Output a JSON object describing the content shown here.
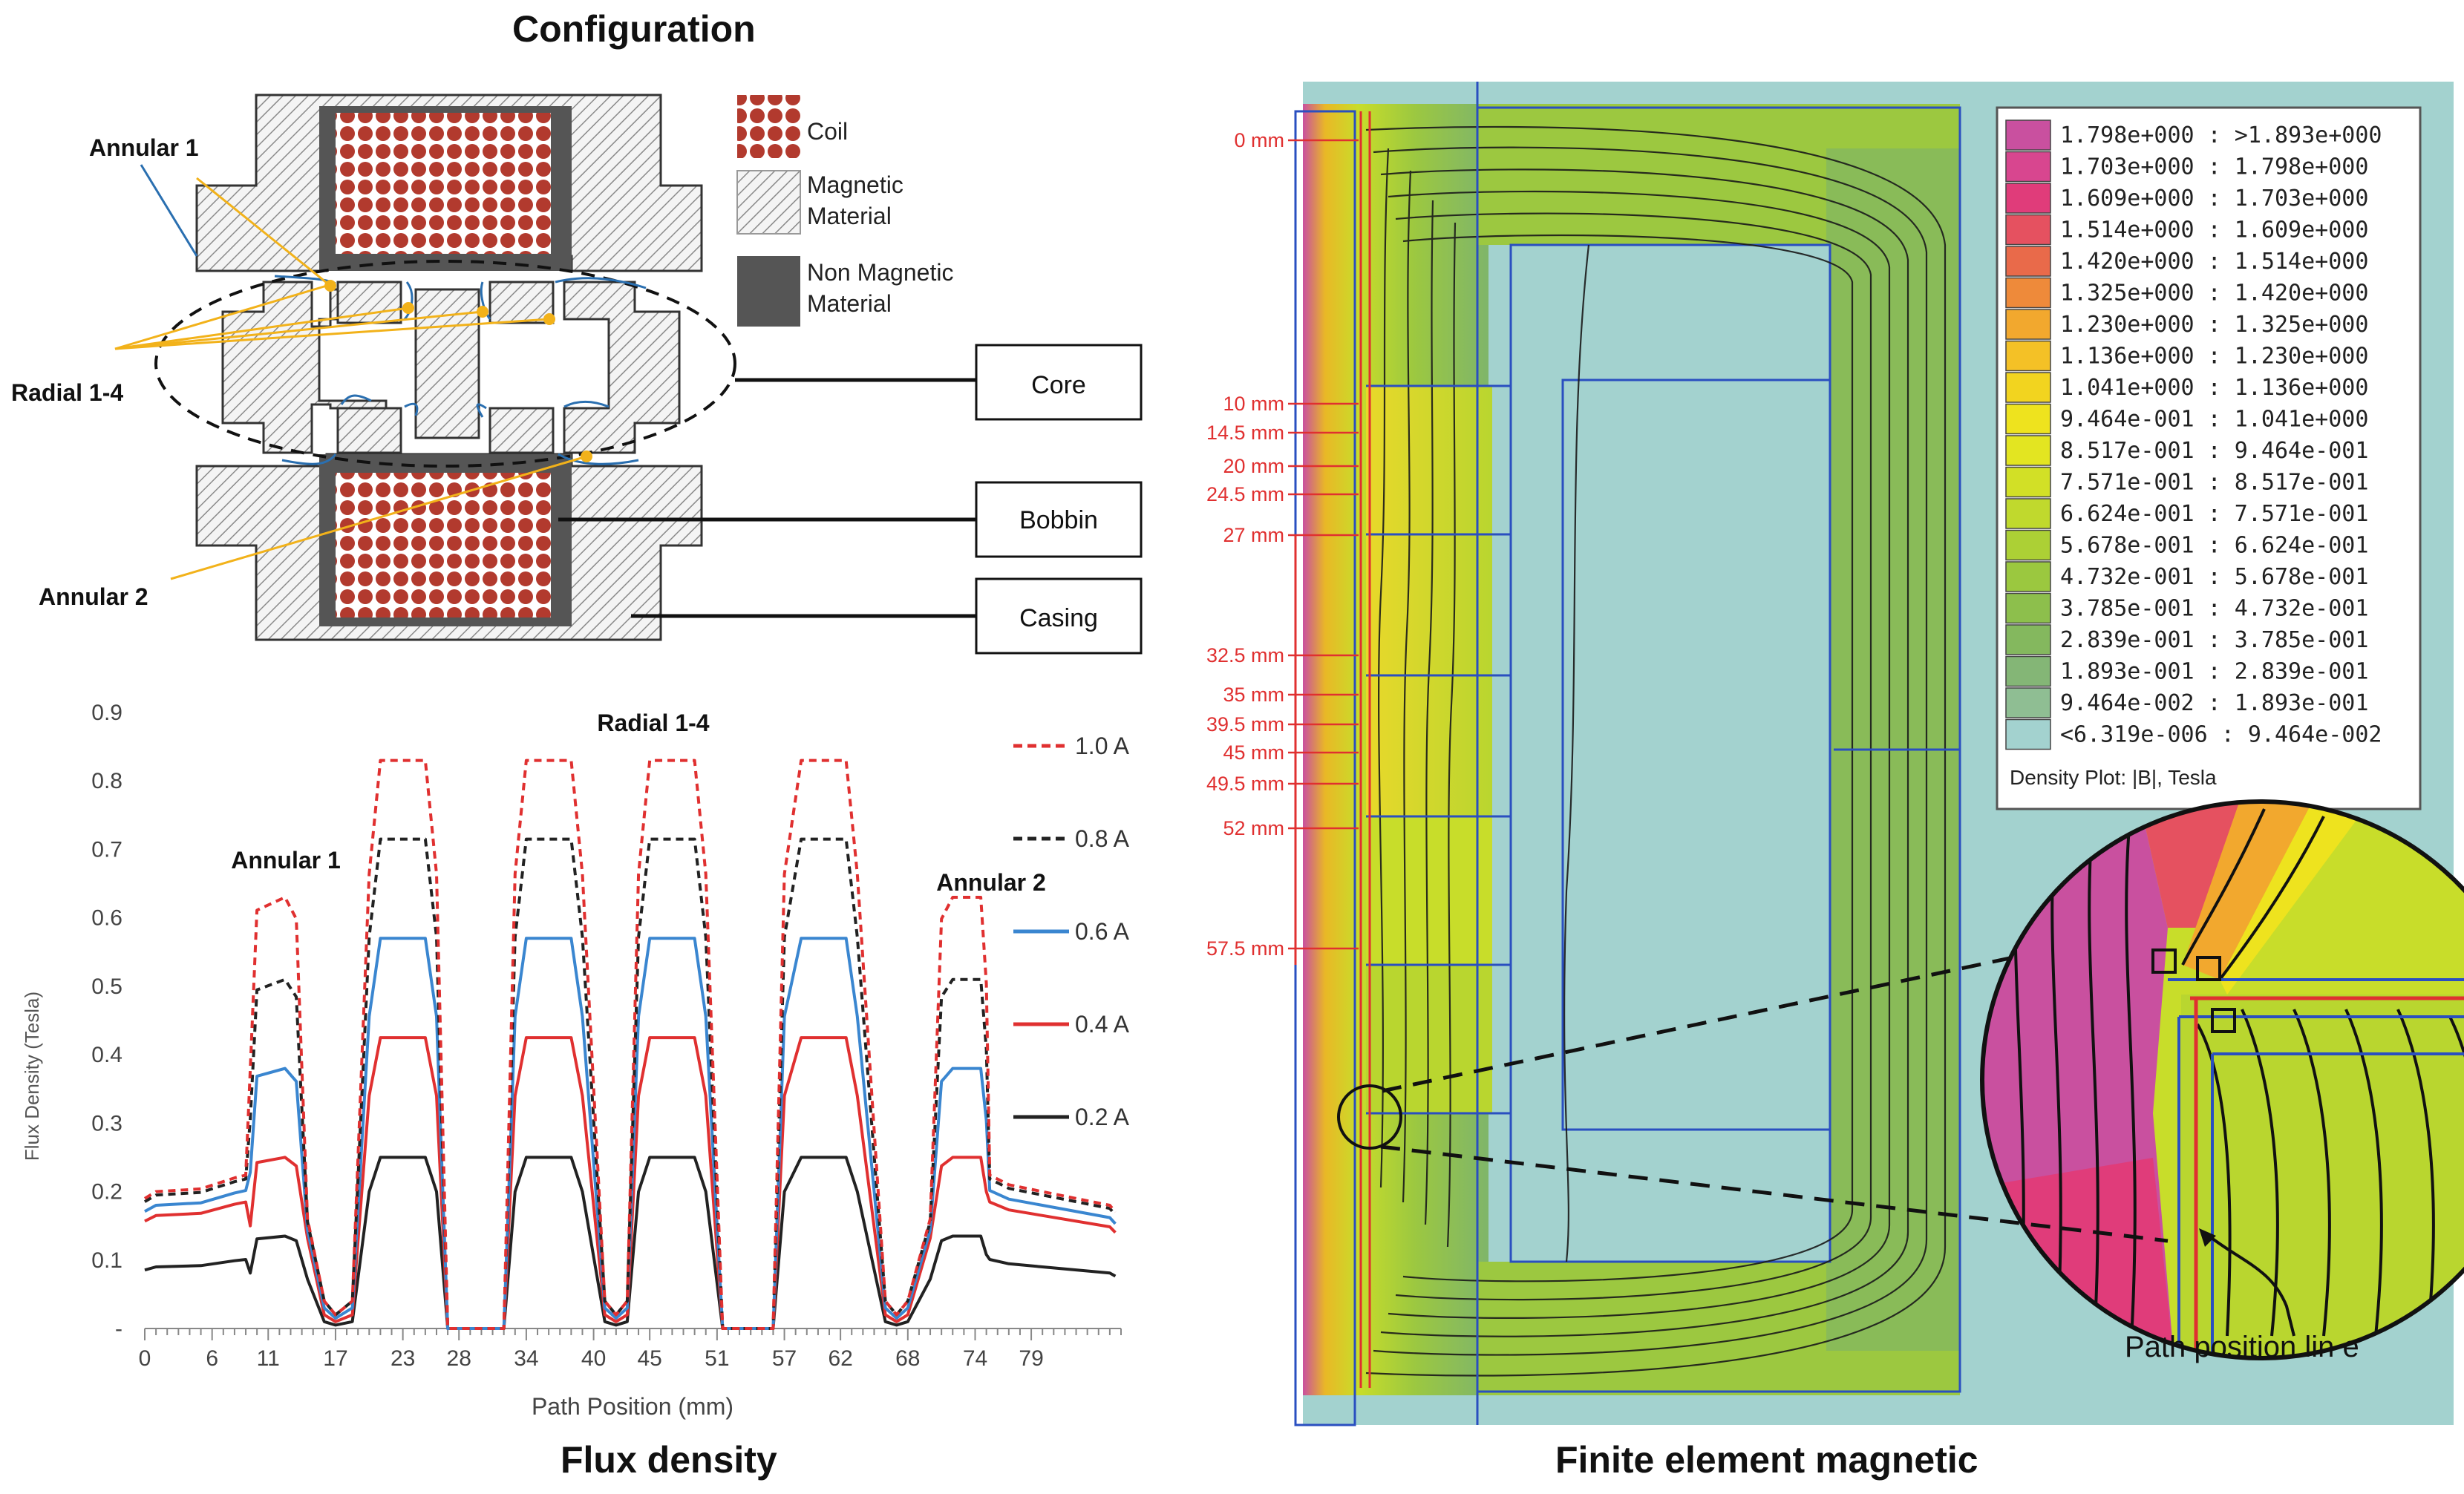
{
  "titles": {
    "configuration": "Configuration",
    "flux_density": "Flux density",
    "fem": "Finite element magnetic"
  },
  "configuration": {
    "labels": {
      "annular1": "Annular 1",
      "radial": "Radial 1-4",
      "annular2": "Annular 2"
    },
    "legend": {
      "coil": "Coil",
      "magnetic1": "Magnetic",
      "magnetic2": "Material",
      "nonmagnetic1": "Non Magnetic",
      "nonmagnetic2": "Material"
    },
    "callouts": {
      "core": "Core",
      "bobbin": "Bobbin",
      "casing": "Casing"
    },
    "colors": {
      "coil": "#b23a2e",
      "hatch": "#888888",
      "nonmagnetic": "#555555",
      "flux": "#2a6fb0",
      "pointer": "#f2b21a"
    }
  },
  "chart_data": {
    "type": "line",
    "title": "",
    "xlabel": "Path Position (mm)",
    "ylabel": "Flux Density (Tesla)",
    "ylim": [
      0,
      0.9
    ],
    "xlim": [
      0,
      87
    ],
    "x_ticks": [
      "0",
      "6",
      "11",
      "17",
      "23",
      "28",
      "34",
      "40",
      "45",
      "51",
      "57",
      "62",
      "68",
      "74",
      "79"
    ],
    "x_tick_values": [
      0,
      6,
      11,
      17,
      23,
      28,
      34,
      40,
      45,
      51,
      57,
      62,
      68,
      74,
      79
    ],
    "y_ticks": [
      "-",
      "0.1",
      "0.2",
      "0.3",
      "0.4",
      "0.5",
      "0.6",
      "0.7",
      "0.8",
      "0.9"
    ],
    "y_tick_values": [
      0,
      0.1,
      0.2,
      0.3,
      0.4,
      0.5,
      0.6,
      0.7,
      0.8,
      0.9
    ],
    "annotations": [
      {
        "text": "Annular 1",
        "x": 11,
        "y": 0.66
      },
      {
        "text": "Radial 1-4",
        "x": 40,
        "y": 0.88
      },
      {
        "text": "Annular 2",
        "x": 74,
        "y": 0.64
      }
    ],
    "legend_position": "right",
    "series": [
      {
        "name": "1.0 A",
        "color": "#e03030",
        "dash": "10,7",
        "width": 4,
        "baseline": 0.2,
        "annular": 0.63,
        "radial": 0.83,
        "dip": 0.02
      },
      {
        "name": "0.8 A",
        "color": "#222222",
        "dash": "10,7",
        "width": 4,
        "baseline": 0.195,
        "annular": 0.51,
        "radial": 0.715,
        "dip": 0.02
      },
      {
        "name": "0.6 A",
        "color": "#3a86d0",
        "dash": "",
        "width": 4,
        "baseline": 0.18,
        "annular": 0.38,
        "radial": 0.57,
        "dip": 0.015
      },
      {
        "name": "0.4 A",
        "color": "#e03030",
        "dash": "",
        "width": 4,
        "baseline": 0.165,
        "annular": 0.25,
        "radial": 0.425,
        "dip": 0.01
      },
      {
        "name": "0.2 A",
        "color": "#222222",
        "dash": "",
        "width": 4,
        "baseline": 0.09,
        "annular": 0.135,
        "radial": 0.25,
        "dip": 0.005
      }
    ]
  },
  "fem": {
    "positions": [
      "0 mm",
      "10 mm",
      "14.5 mm",
      "20 mm",
      "24.5 mm",
      "27 mm",
      "32.5 mm",
      "35 mm",
      "39.5 mm",
      "45 mm",
      "49.5 mm",
      "52 mm",
      "57.5 mm"
    ],
    "legend_rows": [
      {
        "text": "1.798e+000 : >1.893e+000",
        "color": "#c9509f"
      },
      {
        "text": "1.703e+000 : 1.798e+000",
        "color": "#d8468f"
      },
      {
        "text": "1.609e+000 : 1.703e+000",
        "color": "#e03c7a"
      },
      {
        "text": "1.514e+000 : 1.609e+000",
        "color": "#e55160"
      },
      {
        "text": "1.420e+000 : 1.514e+000",
        "color": "#e96a4a"
      },
      {
        "text": "1.325e+000 : 1.420e+000",
        "color": "#ee8a3a"
      },
      {
        "text": "1.230e+000 : 1.325e+000",
        "color": "#f2a82e"
      },
      {
        "text": "1.136e+000 : 1.230e+000",
        "color": "#f4c126"
      },
      {
        "text": "1.041e+000 : 1.136e+000",
        "color": "#f2d41f"
      },
      {
        "text": "9.464e-001 : 1.041e+000",
        "color": "#eee31e"
      },
      {
        "text": "8.517e-001 : 9.464e-001",
        "color": "#e3e521"
      },
      {
        "text": "7.571e-001 : 8.517e-001",
        "color": "#d2e026"
      },
      {
        "text": "6.624e-001 : 7.571e-001",
        "color": "#c0d92d"
      },
      {
        "text": "5.678e-001 : 6.624e-001",
        "color": "#acd035"
      },
      {
        "text": "4.732e-001 : 5.678e-001",
        "color": "#9bc83f"
      },
      {
        "text": "3.785e-001 : 4.732e-001",
        "color": "#8dbf4c"
      },
      {
        "text": "2.839e-001 : 3.785e-001",
        "color": "#84b85e"
      },
      {
        "text": "1.893e-001 : 2.839e-001",
        "color": "#84b676"
      },
      {
        "text": "9.464e-002 : 1.893e-001",
        "color": "#8fbe93"
      },
      {
        "text": "<6.319e-006 : 9.464e-002",
        "color": "#a3d2cf"
      }
    ],
    "legend_caption": "Density Plot: |B|, Tesla",
    "path_label": "Path position  lin e"
  }
}
